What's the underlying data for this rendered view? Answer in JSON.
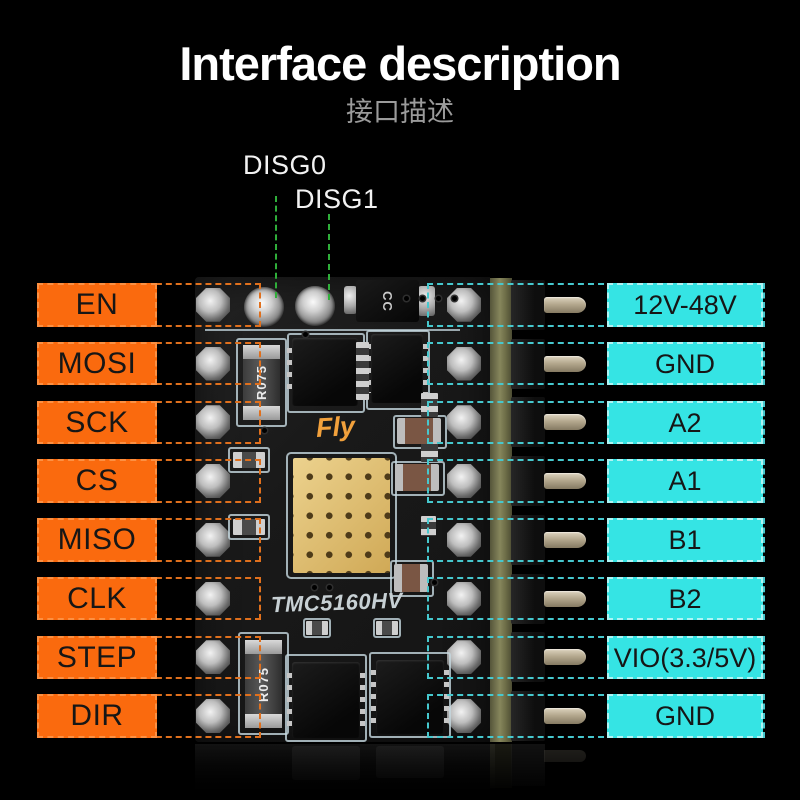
{
  "title": {
    "heading": "Interface description",
    "subheading": "接口描述"
  },
  "callouts": {
    "disg0": "DISG0",
    "disg1": "DISG1"
  },
  "left_pins": [
    "EN",
    "MOSI",
    "SCK",
    "CS",
    "MISO",
    "CLK",
    "STEP",
    "DIR"
  ],
  "right_pins": [
    "12V-48V",
    "GND",
    "A2",
    "A1",
    "B1",
    "B2",
    "VIO(3.3/5V)",
    "GND"
  ],
  "board": {
    "brand": "Fly",
    "model": "TMC5160HV",
    "resistor_marking": "R075",
    "capacitor_marking": "CC"
  },
  "colors": {
    "accent_orange": "#fa6a0e",
    "dash_orange": "#e0701d",
    "accent_cyan": "#35e4e4",
    "dash_cyan": "#46c8ce",
    "callout_green": "#2fae3a",
    "label_text_dark": "#161616",
    "gold_pad": "#e2c279",
    "brand_gold": "#f2a13c"
  }
}
